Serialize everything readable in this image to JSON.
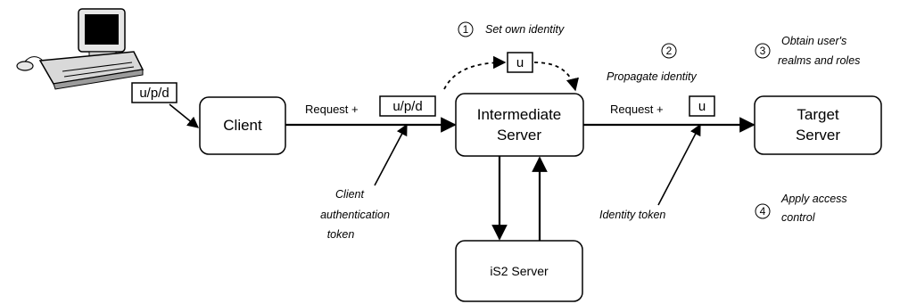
{
  "nodes": {
    "client": "Client",
    "intermediate_line1": "Intermediate",
    "intermediate_line2": "Server",
    "target_line1": "Target",
    "target_line2": "Server",
    "is2": "iS2 Server"
  },
  "tokens": {
    "computer": "u/p/d",
    "client_request": "u/p/d",
    "own_identity": "u",
    "target_request": "u"
  },
  "labels": {
    "request_client": "Request +",
    "request_target": "Request +",
    "client_auth_line1": "Client",
    "client_auth_line2": "authentication",
    "client_auth_line3": "token",
    "identity_token": "Identity token"
  },
  "steps": [
    {
      "num": "1",
      "lines": [
        "Set own identity"
      ]
    },
    {
      "num": "2",
      "lines": [
        "Propagate identity"
      ]
    },
    {
      "num": "3",
      "lines": [
        "Obtain user's",
        "realms and roles"
      ]
    },
    {
      "num": "4",
      "lines": [
        "Apply access",
        "control"
      ]
    }
  ],
  "icons": [
    "computer-icon"
  ]
}
